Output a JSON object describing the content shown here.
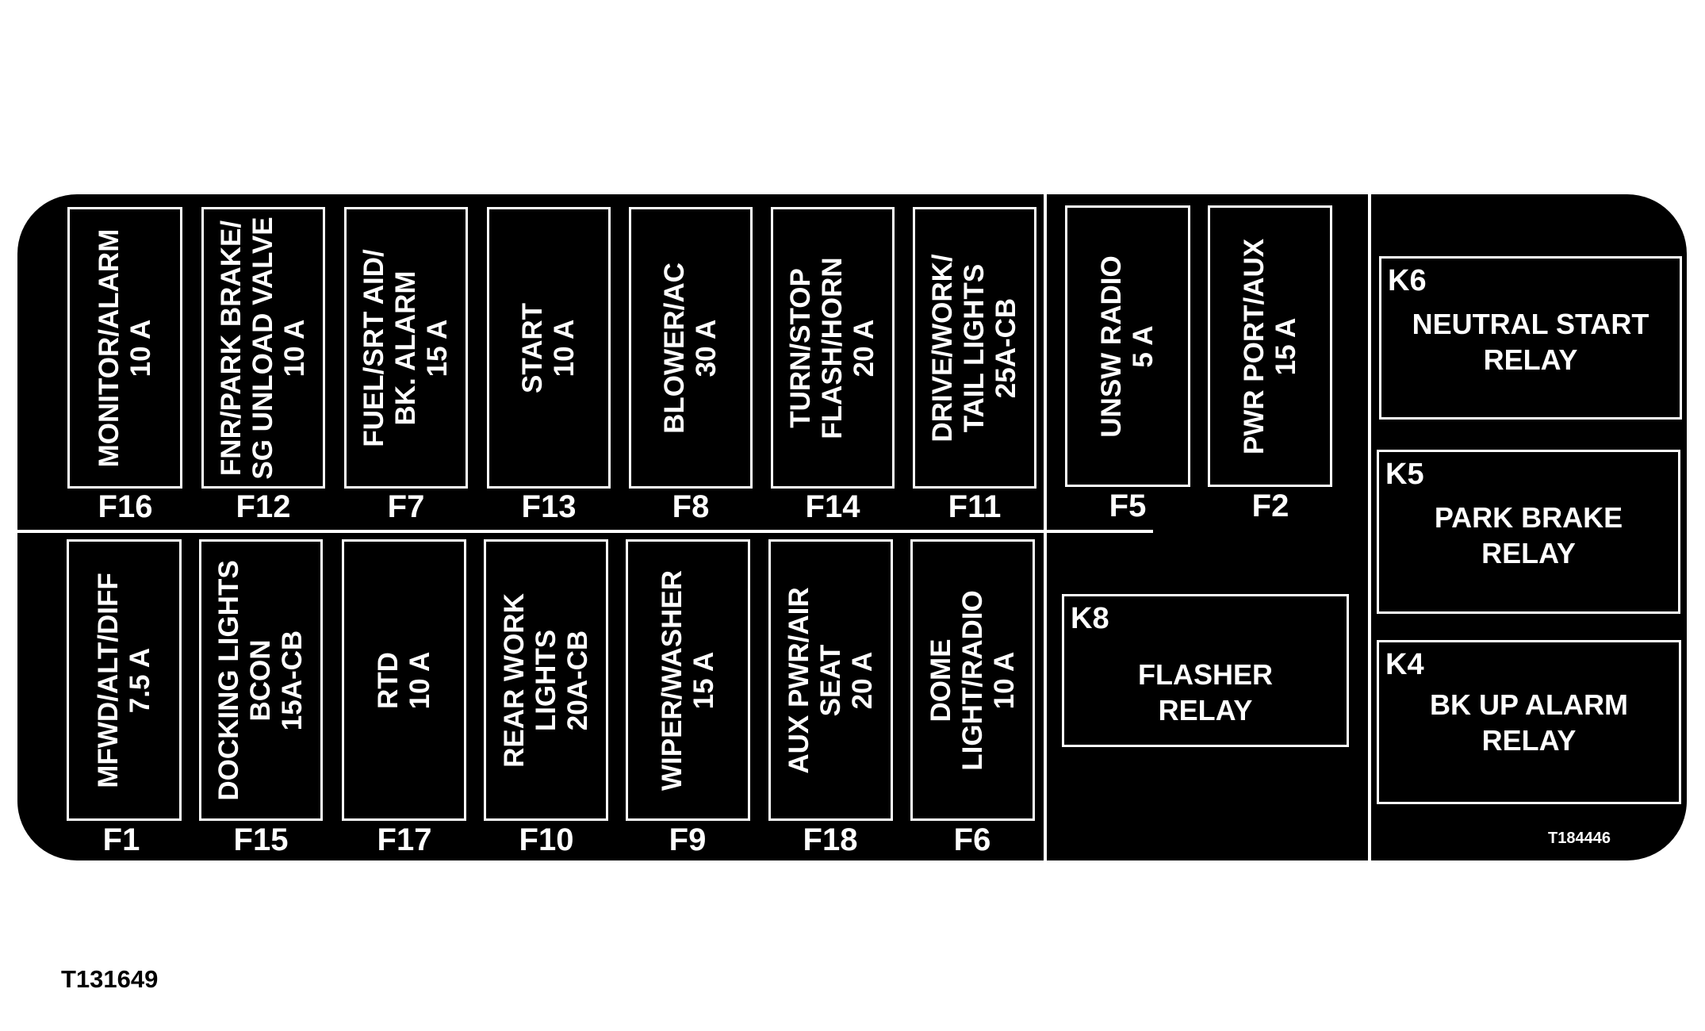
{
  "panel": {
    "code": "T184446",
    "upper_fuses": [
      {
        "id": "F16",
        "lines": [
          "MONITOR/ALARM",
          "10 A"
        ]
      },
      {
        "id": "F12",
        "lines": [
          "FNR/PARK BRAKE/",
          "SG UNLOAD VALVE",
          "10 A"
        ]
      },
      {
        "id": "F7",
        "lines": [
          "FUEL/SRT AID/",
          "BK. ALARM",
          "15 A"
        ]
      },
      {
        "id": "F13",
        "lines": [
          "START",
          "10 A"
        ]
      },
      {
        "id": "F8",
        "lines": [
          "BLOWER/AC",
          "30 A"
        ]
      },
      {
        "id": "F14",
        "lines": [
          "TURN/STOP",
          "FLASH/HORN",
          "20 A"
        ]
      },
      {
        "id": "F11",
        "lines": [
          "DRIVE/WORK/",
          "TAIL LIGHTS",
          "25A-CB"
        ]
      },
      {
        "id": "F5",
        "lines": [
          "UNSW RADIO",
          "5 A"
        ]
      },
      {
        "id": "F2",
        "lines": [
          "PWR PORT/AUX",
          "15 A"
        ]
      }
    ],
    "lower_fuses": [
      {
        "id": "F1",
        "lines": [
          "MFWD/ALT/DIFF",
          "7.5 A"
        ]
      },
      {
        "id": "F15",
        "lines": [
          "DOCKING LIGHTS",
          "BCON",
          "15A-CB"
        ]
      },
      {
        "id": "F17",
        "lines": [
          "RTD",
          "10 A"
        ]
      },
      {
        "id": "F10",
        "lines": [
          "REAR WORK",
          "LIGHTS",
          "20A-CB"
        ]
      },
      {
        "id": "F9",
        "lines": [
          "WIPER/WASHER",
          "15 A"
        ]
      },
      {
        "id": "F18",
        "lines": [
          "AUX PWR/AIR",
          "SEAT",
          "20 A"
        ]
      },
      {
        "id": "F6",
        "lines": [
          "DOME",
          "LIGHT/RADIO",
          "10 A"
        ]
      }
    ],
    "relays": [
      {
        "id": "K8",
        "lines": [
          "FLASHER",
          "RELAY"
        ]
      },
      {
        "id": "K6",
        "lines": [
          "NEUTRAL START",
          "RELAY"
        ]
      },
      {
        "id": "K5",
        "lines": [
          "PARK BRAKE",
          "RELAY"
        ]
      },
      {
        "id": "K4",
        "lines": [
          "BK UP ALARM",
          "RELAY"
        ]
      }
    ]
  },
  "document_code": "T131649",
  "colors": {
    "panel_background": "#000000",
    "panel_foreground": "#ffffff",
    "page_background": "#ffffff"
  }
}
